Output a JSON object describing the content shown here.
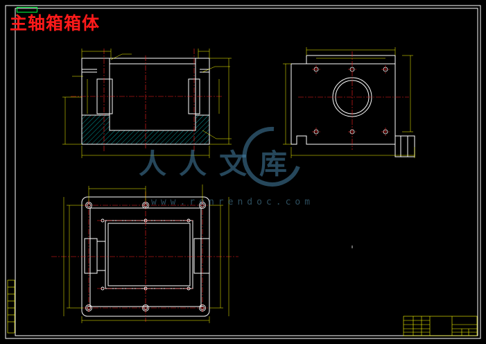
{
  "title": "主轴箱箱体",
  "watermark": {
    "brand": "人人文库",
    "url": "www.renrendoc.com"
  },
  "colors": {
    "background": "#000000",
    "frame": "#ffffff",
    "outline": "#ffffff",
    "dimension": "#ffff00",
    "centerline": "#ff2020",
    "hatch": "#00ffff",
    "title": "#ff1a1a",
    "watermark": "#4f8fb0",
    "titleblock": "#ffff00"
  },
  "icons": [
    "watermark-logo-icon"
  ]
}
